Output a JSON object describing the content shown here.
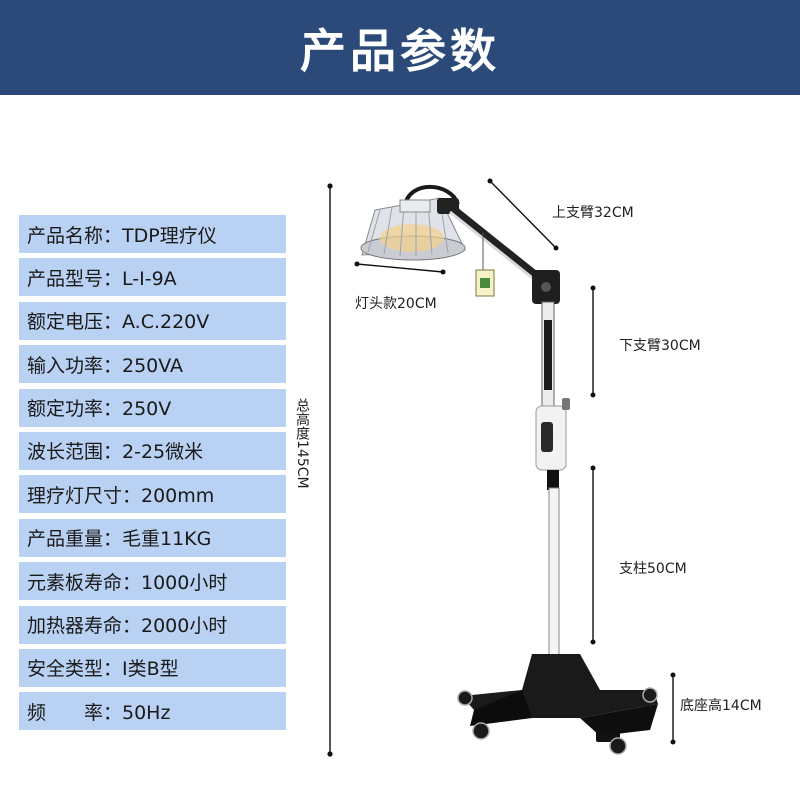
{
  "header": {
    "title": "产品参数",
    "background": "#2b4a79"
  },
  "specs": [
    {
      "text": "产品名称：TDP理疗仪"
    },
    {
      "text": "产品型号：L-I-9A"
    },
    {
      "text": "额定电压：A.C.220V"
    },
    {
      "text": "输入功率：250VA"
    },
    {
      "text": "额定功率：250V"
    },
    {
      "text": "波长范围：2-25微米"
    },
    {
      "text": "理疗灯尺寸：200mm"
    },
    {
      "text": "产品重量：毛重11KG"
    },
    {
      "text": "元素板寿命：1000小时"
    },
    {
      "text": "加热器寿命：2000小时"
    },
    {
      "text": "安全类型：I类B型"
    },
    {
      "text": "频　　率：50Hz"
    }
  ],
  "dimensions": {
    "upper_arm": "上支臂32CM",
    "lamp_head": "灯头款20CM",
    "lower_arm": "下支臂30CM",
    "column": "支柱50CM",
    "base_height": "底座高14CM",
    "total_height": "总高度145CM"
  },
  "colors": {
    "row_background": "#b9d1f2",
    "header_background": "#2b4a79"
  }
}
